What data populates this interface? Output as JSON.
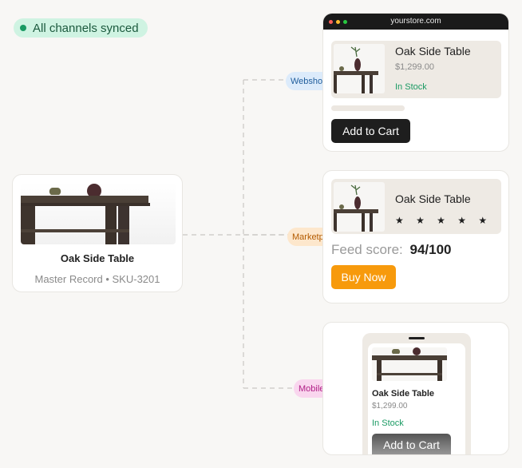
{
  "status": {
    "label": "All channels synced"
  },
  "master": {
    "title": "Oak Side Table",
    "meta": "Master Record • SKU-3201",
    "image_icon": "table-photo"
  },
  "channels": {
    "webshop": {
      "tag": "Webshop",
      "url": "yourstore.com",
      "product_name": "Oak Side Table",
      "price": "$1,299.00",
      "stock": "In Stock",
      "cta": "Add to Cart"
    },
    "marketplace": {
      "tag": "Marketplace",
      "product_name": "Oak Side Table",
      "rating": "★ ★ ★ ★ ★",
      "feed_label": "Feed score:",
      "feed_value": "94/100",
      "cta": "Buy Now"
    },
    "mobile": {
      "tag": "Mobile App",
      "product_name": "Oak Side Table",
      "price": "$1,299.00",
      "stock": "In Stock",
      "cta": "Add to Cart"
    }
  },
  "colors": {
    "background": "#f8f7f5",
    "sync_pill": "#cff3e2",
    "in_stock": "#1a9a63",
    "buy_now": "#f79a0c",
    "add_to_cart": "#1e1e1e",
    "webshop_tag": "#dcebfb",
    "marketplace_tag": "#fde7cc",
    "mobile_tag": "#f9d6ee"
  }
}
